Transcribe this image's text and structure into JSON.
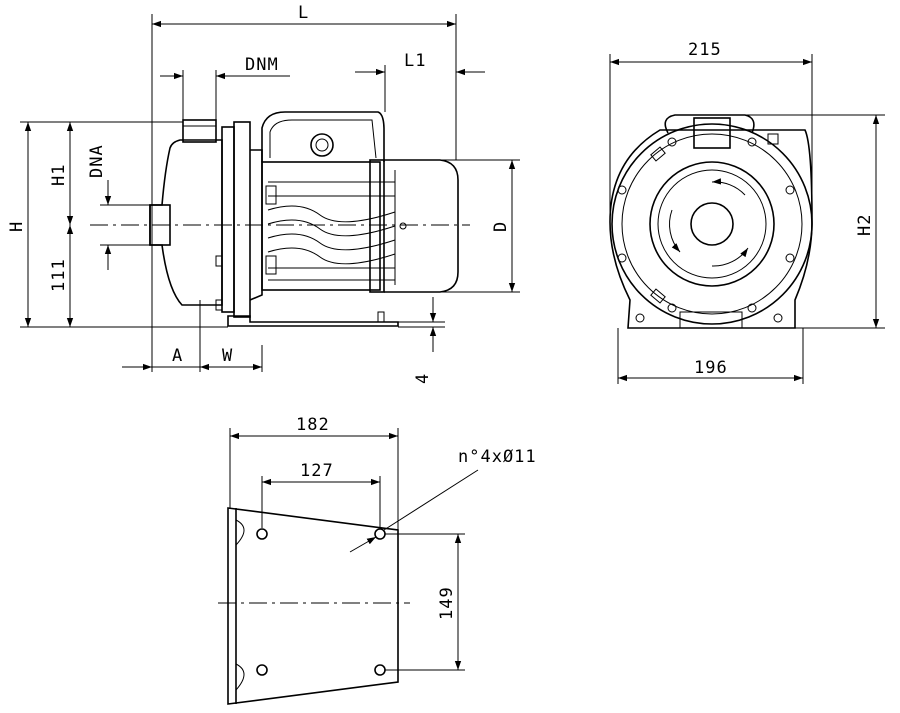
{
  "drawing": {
    "dimensions": {
      "L": "L",
      "L1": "L1",
      "DNM": "DNM",
      "DNA": "DNA",
      "H": "H",
      "H1": "H1",
      "D": "D",
      "A": "A",
      "W": "W",
      "d111": "111",
      "d4": "4",
      "d215": "215",
      "d196": "196",
      "H2": "H2",
      "d182": "182",
      "d127": "127",
      "d149": "149",
      "holes": "n°4xØ11"
    }
  }
}
